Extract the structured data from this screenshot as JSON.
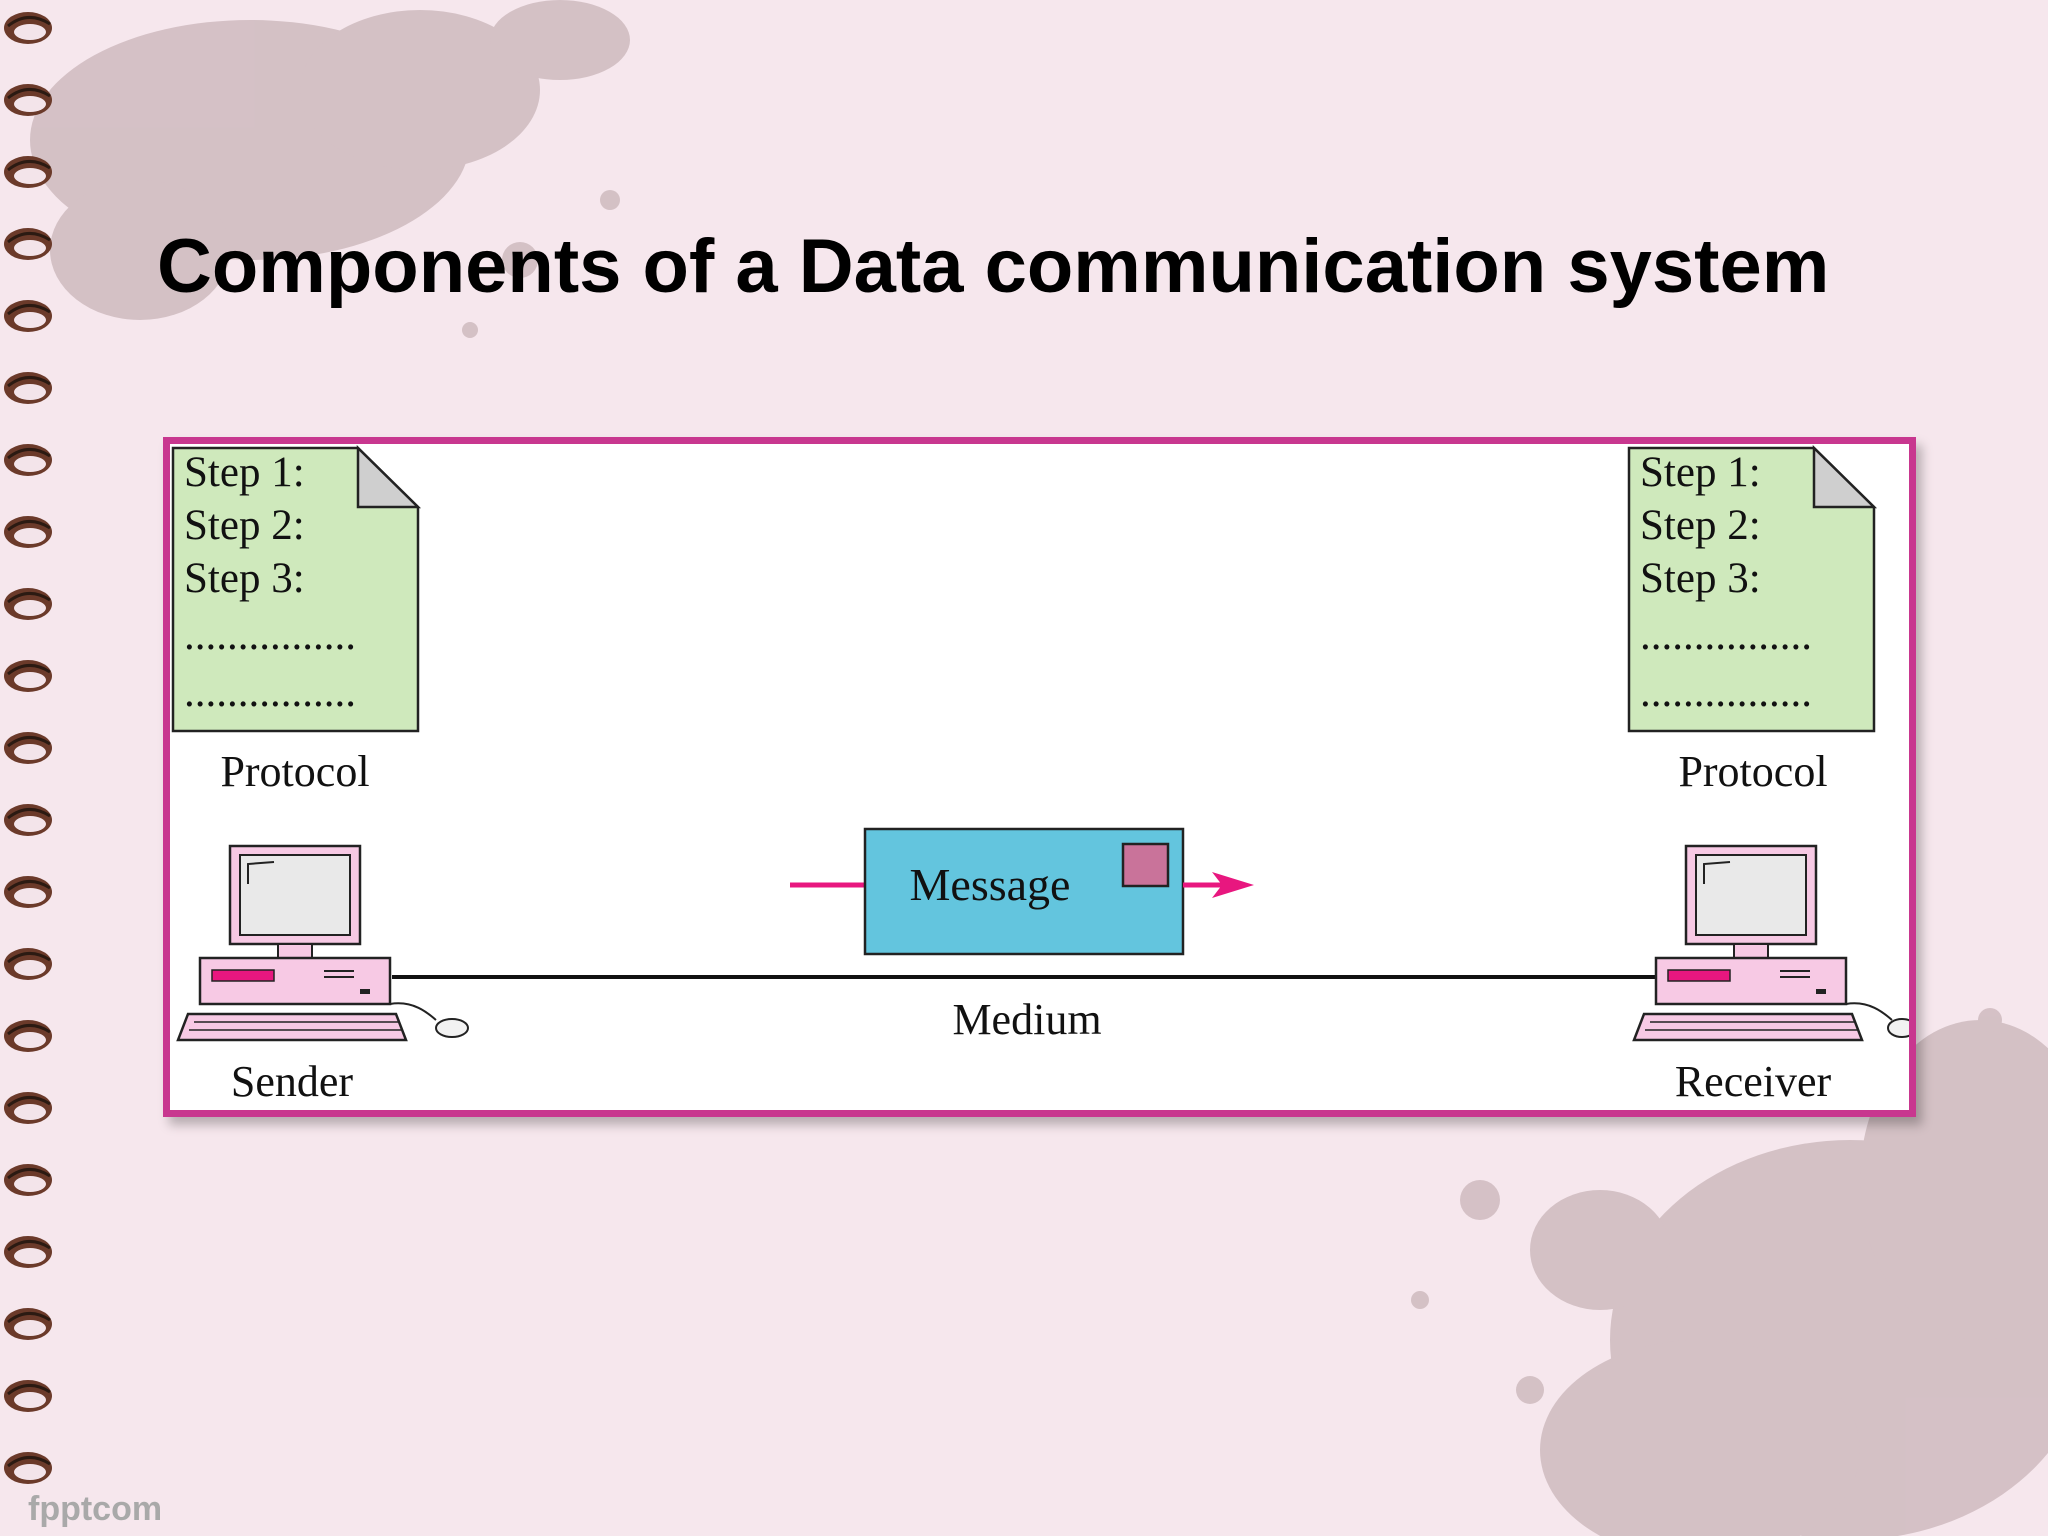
{
  "slide": {
    "title": "Components of a Data communication system",
    "watermark": "fpptcom"
  },
  "diagram": {
    "sender_protocol": {
      "steps": [
        "Step 1:",
        "Step 2:",
        "Step 3:",
        "................",
        "................"
      ],
      "label": "Protocol"
    },
    "receiver_protocol": {
      "steps": [
        "Step 1:",
        "Step 2:",
        "Step 3:",
        "................",
        "................"
      ],
      "label": "Protocol"
    },
    "message_label": "Message",
    "medium_label": "Medium",
    "sender_label": "Sender",
    "receiver_label": "Receiver"
  },
  "colors": {
    "border": "#c8378f",
    "protocol_doc": "#cfe9bc",
    "message": "#63c5de",
    "stamp": "#c9739a",
    "arrow": "#e8177f",
    "computer": "#f7c9e4"
  }
}
